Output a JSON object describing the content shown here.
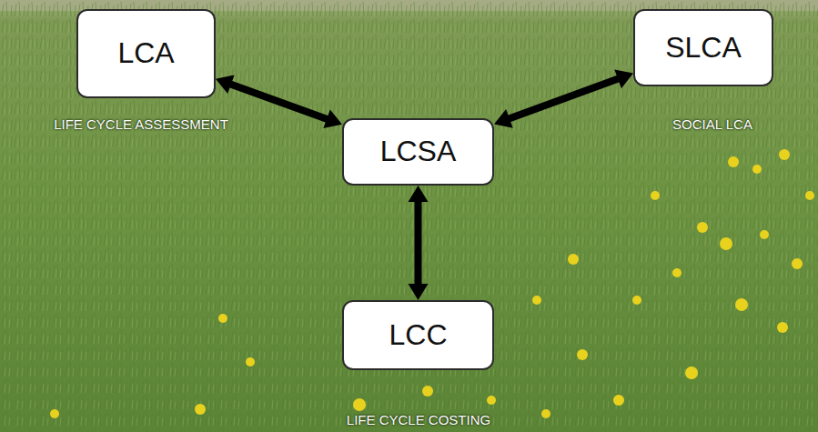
{
  "diagram": {
    "nodes": [
      {
        "text": [
          "LCA"
        ]
      },
      {
        "text": [
          "SLCA"
        ]
      },
      {
        "text": [
          "LCSA"
        ]
      },
      {
        "text": [
          "LCC"
        ]
      }
    ],
    "edges": [
      {
        "from": 2,
        "to": 0,
        "arrow": "both"
      },
      {
        "from": 2,
        "to": 1,
        "arrow": "both"
      },
      {
        "from": 2,
        "to": 3,
        "arrow": "both"
      }
    ],
    "labels": [
      "LIFE CYCLE ASSESSMENT",
      "SOCIAL LCA",
      "LIFE CYCLE COSTING"
    ]
  }
}
